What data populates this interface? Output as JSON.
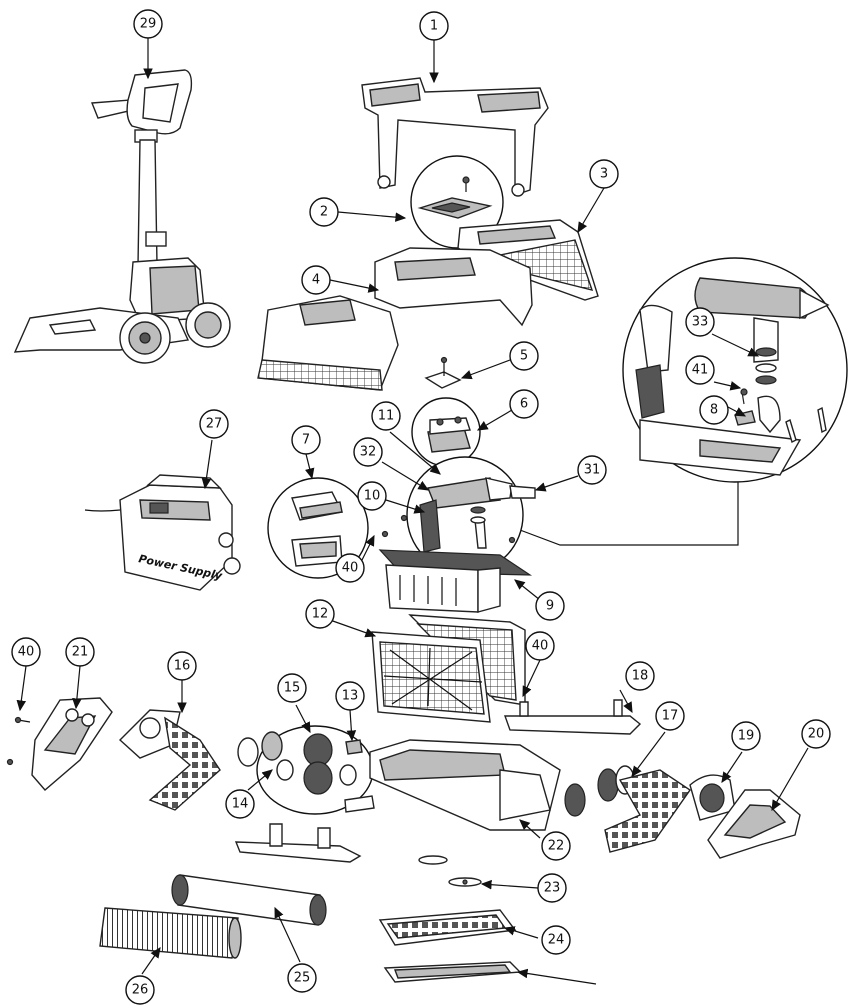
{
  "diagram": {
    "arrow_color": "#111111",
    "power_supply_label": "Power Supply",
    "callouts": [
      {
        "n": "1"
      },
      {
        "n": "2"
      },
      {
        "n": "3"
      },
      {
        "n": "4"
      },
      {
        "n": "5"
      },
      {
        "n": "6"
      },
      {
        "n": "7"
      },
      {
        "n": "8"
      },
      {
        "n": "9"
      },
      {
        "n": "10"
      },
      {
        "n": "11"
      },
      {
        "n": "12"
      },
      {
        "n": "13"
      },
      {
        "n": "14"
      },
      {
        "n": "15"
      },
      {
        "n": "16"
      },
      {
        "n": "17"
      },
      {
        "n": "18"
      },
      {
        "n": "19"
      },
      {
        "n": "20"
      },
      {
        "n": "21"
      },
      {
        "n": "22"
      },
      {
        "n": "23"
      },
      {
        "n": "24"
      },
      {
        "n": "25"
      },
      {
        "n": "26"
      },
      {
        "n": "27"
      },
      {
        "n": "29"
      },
      {
        "n": "31"
      },
      {
        "n": "32"
      },
      {
        "n": "33"
      },
      {
        "n": "40"
      },
      {
        "n": "40"
      },
      {
        "n": "40"
      },
      {
        "n": "41"
      }
    ]
  }
}
